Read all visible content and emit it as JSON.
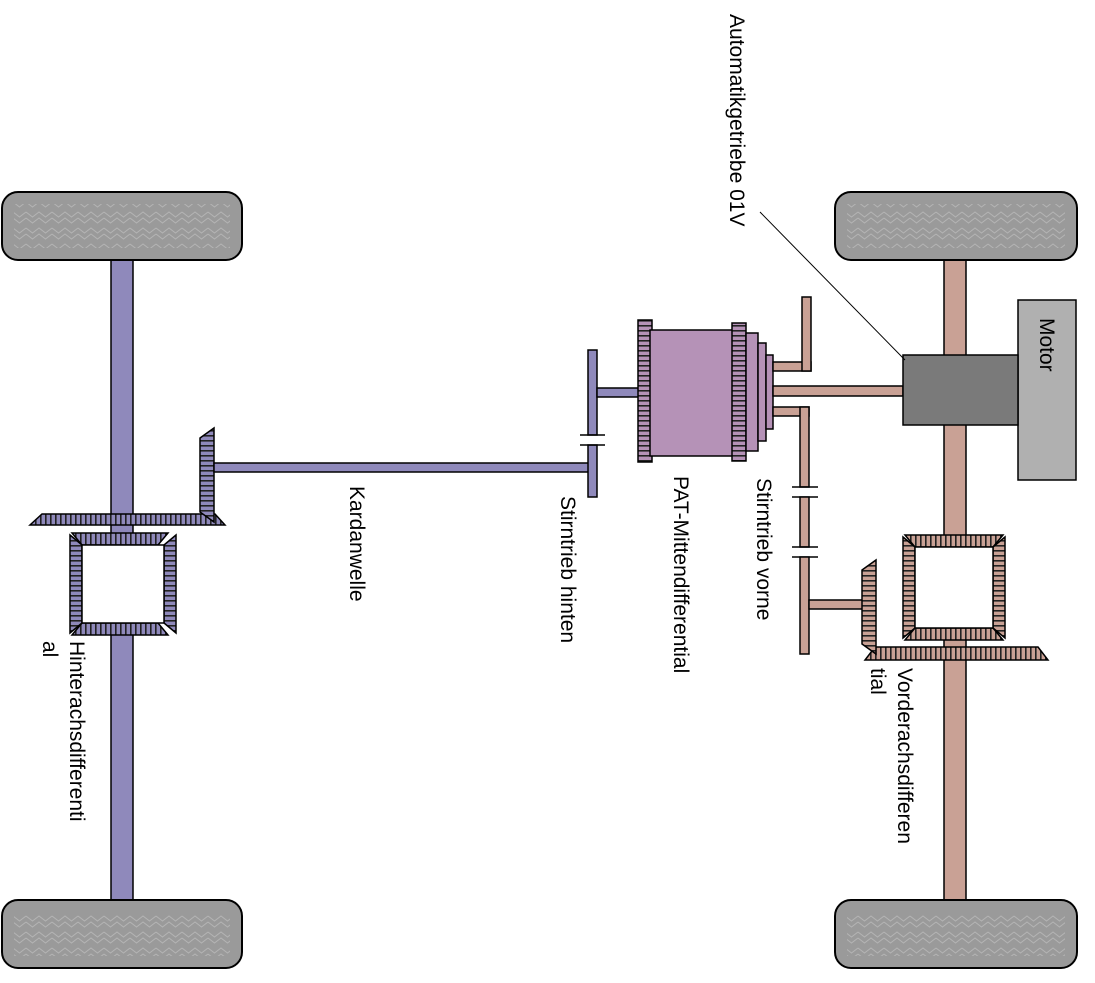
{
  "labels": {
    "motor": "Motor",
    "automatikgetriebe": "Automatikgetriebe 01V",
    "stirntrieb_vorne": "Stirntrieb vorne",
    "pat_mittendifferential": "PAT-Mittendifferential",
    "stirntrieb_hinten": "Stirntrieb hinten",
    "kardanwelle": "Kardanwelle",
    "vorderachsdifferential_line1": "Vorderachsdifferen",
    "vorderachsdifferential_line2": "tial",
    "hinterachsdifferential_line1": "Hinterachsdifferenti",
    "hinterachsdifferential_line2": "al"
  },
  "colors": {
    "front_drivetrain": "#c9a195",
    "rear_drivetrain": "#8f89bb",
    "center_differential": "#b592b7",
    "transmission": "#7a7a7a",
    "motor": "#b0b0b0",
    "wheel": "#9a9a9a"
  }
}
